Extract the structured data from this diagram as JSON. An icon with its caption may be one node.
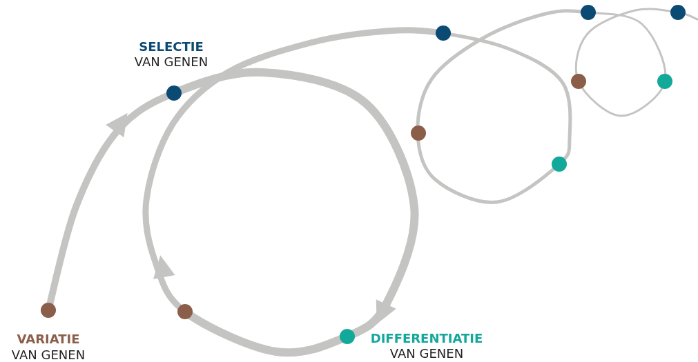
{
  "diagram": {
    "labels": [
      "SELECTIE",
      "VAN GENEN",
      "VARIATIE",
      "VAN GENEN",
      "DIFFERENTIATIE",
      "VAN GENEN"
    ]
  }
}
